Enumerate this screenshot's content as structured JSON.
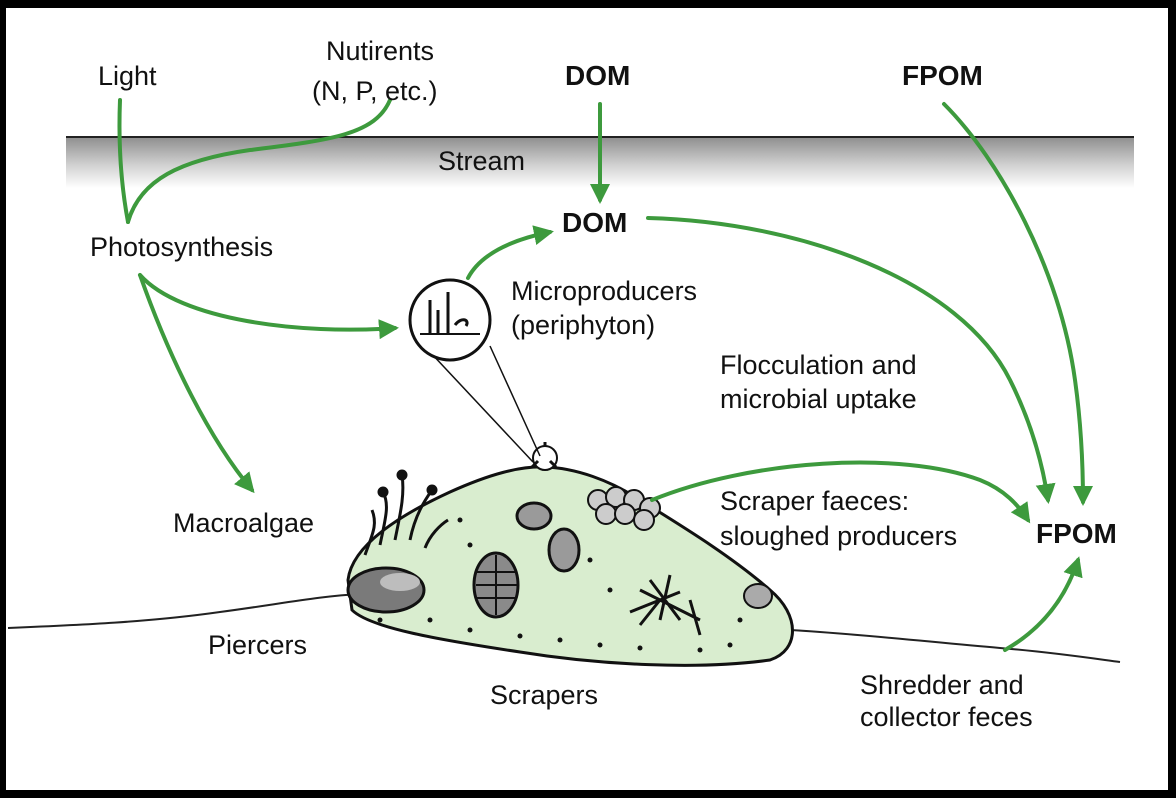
{
  "labels": {
    "light": "Light",
    "nutrients_line1": "Nutirents",
    "nutrients_line2": "(N, P, etc.)",
    "dom_top": "DOM",
    "fpom_top": "FPOM",
    "stream": "Stream",
    "dom_mid": "DOM",
    "photosynthesis": "Photosynthesis",
    "microproducers_line1": "Microproducers",
    "microproducers_line2": "(periphyton)",
    "flocculation_line1": "Flocculation and",
    "flocculation_line2": "microbial uptake",
    "macroalgae": "Macroalgae",
    "scraper_faeces_line1": "Scraper faeces:",
    "scraper_faeces_line2": "sloughed producers",
    "fpom_right": "FPOM",
    "piercers": "Piercers",
    "scrapers": "Scrapers",
    "shredder_line1": "Shredder and",
    "shredder_line2": "collector feces"
  },
  "colors": {
    "arrow": "#3d9a3d",
    "rock": "#d9edcf",
    "background": "#ffffff",
    "frame": "#000000"
  }
}
